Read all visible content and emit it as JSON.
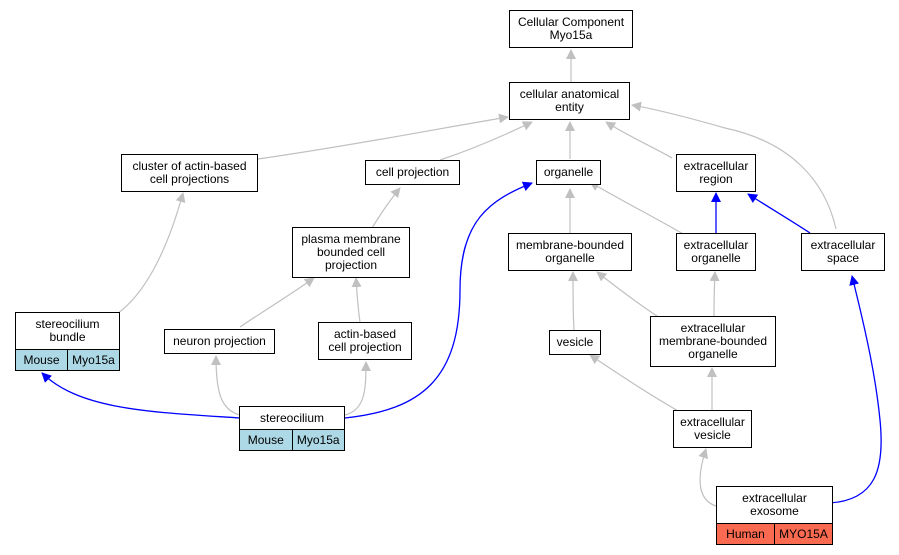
{
  "colors": {
    "edge_gray": "#c0c0c0",
    "edge_blue": "#0000ff",
    "mouse_tag": "#add8e6",
    "human_tag": "#fa6a50"
  },
  "nodes": {
    "root": {
      "label": "Cellular Component\nMyo15a"
    },
    "cellular_anatomical_entity": {
      "label": "cellular anatomical\nentity"
    },
    "cluster_actin": {
      "label": "cluster of actin-based\ncell projections"
    },
    "cell_projection": {
      "label": "cell projection"
    },
    "organelle": {
      "label": "organelle"
    },
    "extracellular_region": {
      "label": "extracellular\nregion"
    },
    "plasma_membrane_bounded": {
      "label": "plasma membrane\nbounded cell\nprojection"
    },
    "membrane_bounded_organelle": {
      "label": "membrane-bounded\norganelle"
    },
    "extracellular_organelle": {
      "label": "extracellular\norganelle"
    },
    "extracellular_space": {
      "label": "extracellular\nspace"
    },
    "stereocilium_bundle": {
      "label": "stereocilium\nbundle",
      "tags": [
        "Mouse",
        "Myo15a"
      ]
    },
    "neuron_projection": {
      "label": "neuron projection"
    },
    "actin_based_projection": {
      "label": "actin-based\ncell projection"
    },
    "vesicle": {
      "label": "vesicle"
    },
    "ec_membrane_bounded_organelle": {
      "label": "extracellular\nmembrane-bounded\norganelle"
    },
    "stereocilium": {
      "label": "stereocilium",
      "tags": [
        "Mouse",
        "Myo15a"
      ]
    },
    "extracellular_vesicle": {
      "label": "extracellular\nvesicle"
    },
    "extracellular_exosome": {
      "label": "extracellular\nexosome",
      "tags": [
        "Human",
        "MYO15A"
      ]
    }
  }
}
